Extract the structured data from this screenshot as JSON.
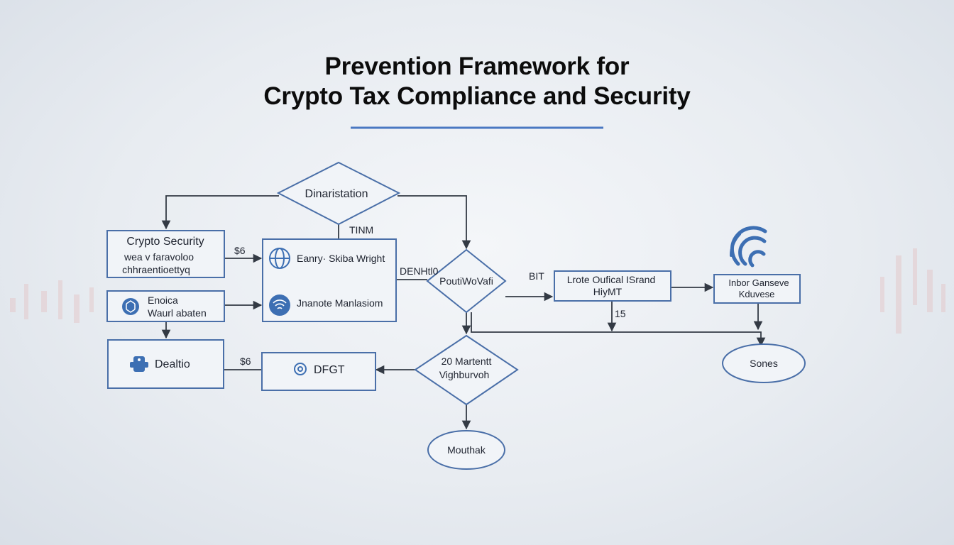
{
  "title": {
    "line1": "Prevention Framework for",
    "line2": "Crypto Tax Compliance and Security"
  },
  "nodes": {
    "dinaristation": "Dinaristation",
    "crypto_security_title": "Crypto Security",
    "crypto_security_line2": "wea v faravoloo",
    "crypto_security_line3": "chhraentioettyq",
    "enoica_line1": "Enoica",
    "enoica_line2": "Waurl abaten",
    "dealtio": "Dealtio",
    "eanry": "Eanry· Skiba Wright",
    "jnanote": "Jnanote Manlasiom",
    "dfgt": "DFGT",
    "pouitiwovafi": "PoutiWoVafi",
    "martentt_line1": "20  Martentt",
    "martentt_line2": "Vighburvoh",
    "mouthak": "Mouthak",
    "lrote_line1": "Lrote Oufical ISrand",
    "lrote_line2": "HiyMT",
    "inbor_line1": "Inbor Ganseve",
    "inbor_line2": "Kduvese",
    "sones": "Sones"
  },
  "edge_labels": {
    "tinm": "TINM",
    "s6_top": "$6",
    "denh": "DENHtl0",
    "bit": "BIT",
    "fifteen": "15",
    "s6_bottom": "$6"
  },
  "colors": {
    "accent": "#4a6fa8",
    "icon_blue": "#3d6fb3",
    "edge": "#333a44",
    "title_underline": "#4a78c2"
  },
  "icons": [
    "globe-icon",
    "wifi-signal-icon",
    "network-badge-icon",
    "shield-lock-icon",
    "gear-icon",
    "signal-arcs-icon"
  ]
}
